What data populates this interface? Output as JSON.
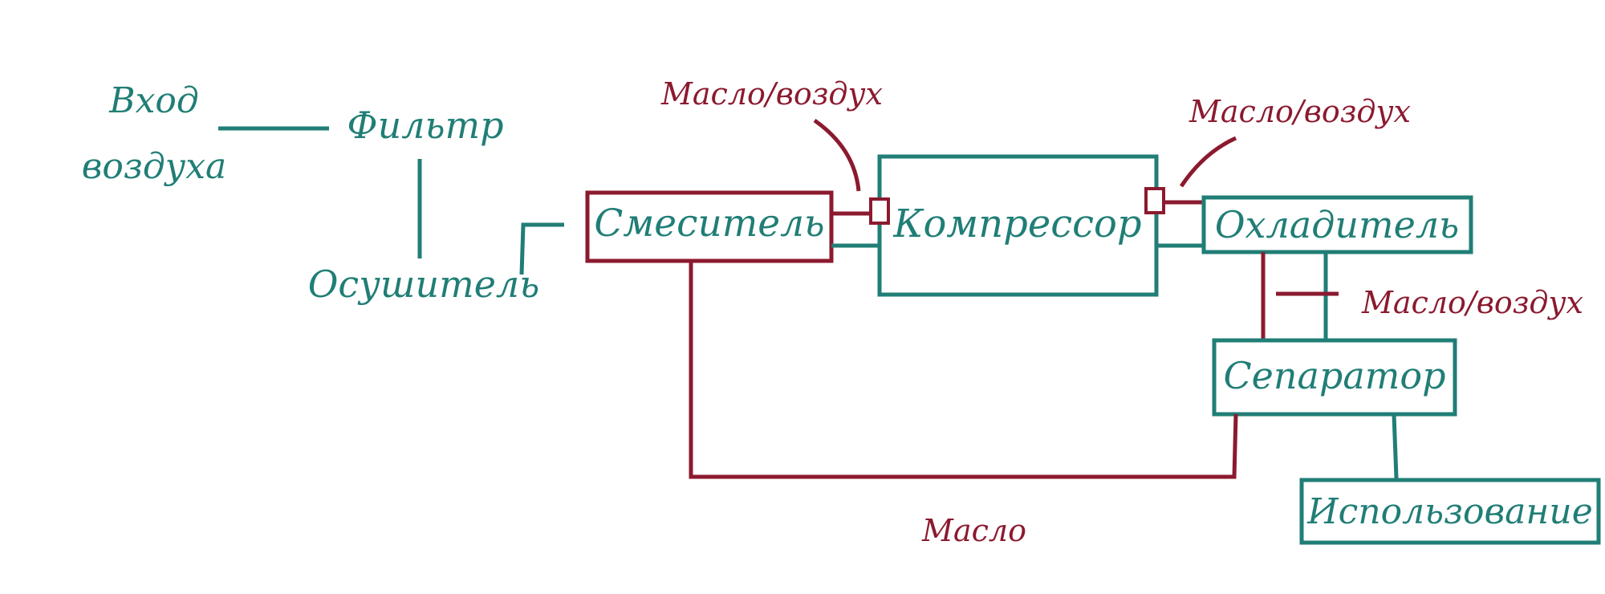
{
  "colors": {
    "teal": "#207e76",
    "maroon": "#8b1a2f",
    "background": "#ffffff"
  },
  "nodes": {
    "air_inlet_line1": "Вход",
    "air_inlet_line2": "воздуха",
    "filter": "Фильтр",
    "dryer": "Осушитель",
    "mixer": "Смеситель",
    "compressor": "Компрессор",
    "cooler": "Охладитель",
    "separator": "Сепаратор",
    "usage": "Использование"
  },
  "flow_labels": {
    "oil_air_mixer_compressor": "Масло/воздух",
    "oil_air_compressor_cooler": "Масло/воздух",
    "oil_air_cooler_separator": "Масло/воздух",
    "oil_return": "Масло"
  }
}
